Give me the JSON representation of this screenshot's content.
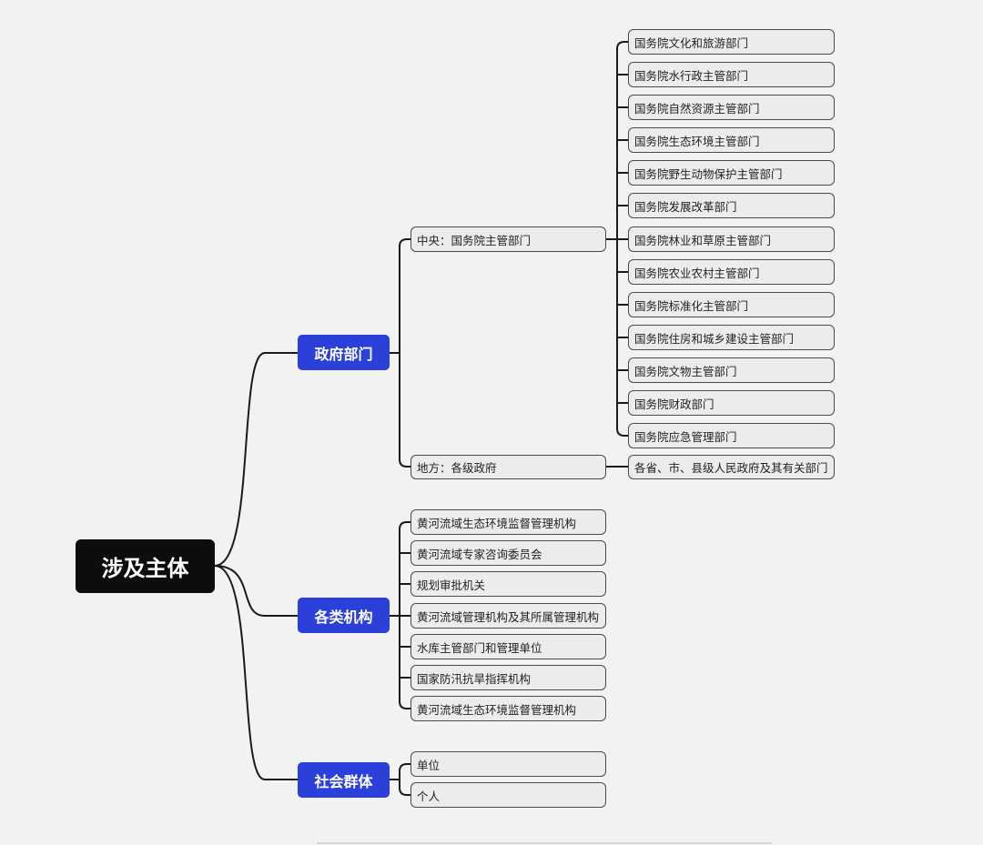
{
  "root": {
    "label": "涉及主体"
  },
  "categories": [
    {
      "label": "政府部门",
      "groups": [
        {
          "label": "中央：国务院主管部门",
          "items": [
            "国务院文化和旅游部门",
            "国务院水行政主管部门",
            "国务院自然资源主管部门",
            "国务院生态环境主管部门",
            "国务院野生动物保护主管部门",
            "国务院发展改革部门",
            "国务院林业和草原主管部门",
            "国务院农业农村主管部门",
            "国务院标准化主管部门",
            "国务院住房和城乡建设主管部门",
            "国务院文物主管部门",
            "国务院财政部门",
            "国务院应急管理部门"
          ]
        },
        {
          "label": "地方：各级政府",
          "items": [
            "各省、市、县级人民政府及其有关部门"
          ]
        }
      ]
    },
    {
      "label": "各类机构",
      "items": [
        "黄河流域生态环境监督管理机构",
        "黄河流域专家咨询委员会",
        "规划审批机关",
        "黄河流域管理机构及其所属管理机构",
        "水库主管部门和管理单位",
        "国家防汛抗旱指挥机构",
        "黄河流域生态环境监督管理机构"
      ]
    },
    {
      "label": "社会群体",
      "items": [
        "单位",
        "个人"
      ]
    }
  ],
  "colors": {
    "root_bg": "#0d0d0d",
    "category_bg": "#2b3fd9",
    "leaf_bg": "#ececec",
    "connector": "#1a1a1a",
    "background": "#f2f2f2"
  }
}
